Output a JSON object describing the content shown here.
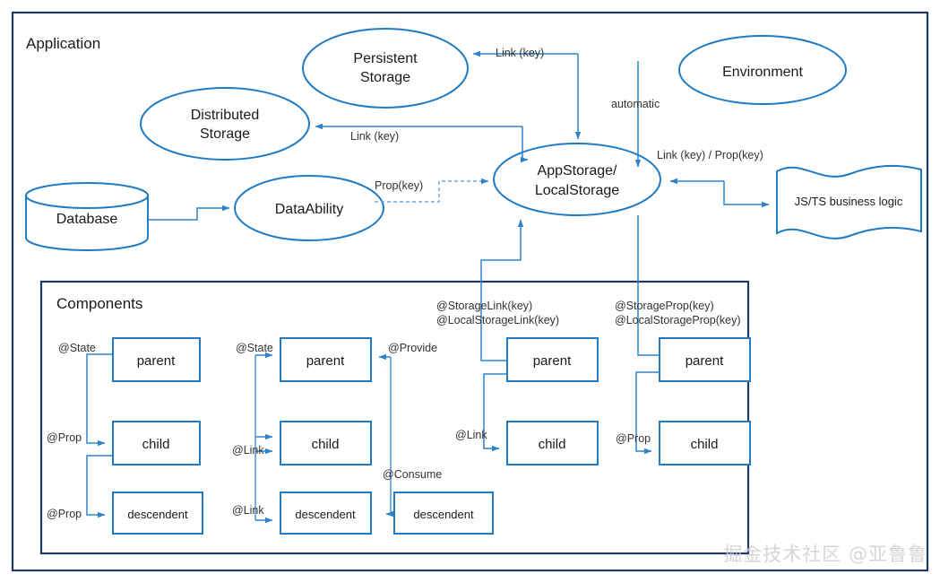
{
  "diagram": {
    "title": "Application",
    "sections": {
      "application_label": "Application",
      "components_label": "Components"
    },
    "nodes": {
      "persistent_storage": "Persistent\nStorage",
      "persistent_storage_line1": "Persistent",
      "persistent_storage_line2": "Storage",
      "distributed_storage_line1": "Distributed",
      "distributed_storage_line2": "Storage",
      "database": "Database",
      "data_ability": "DataAbility",
      "app_storage_line1": "AppStorage/",
      "app_storage_line2": "LocalStorage",
      "environment": "Environment",
      "business_logic": "JS/TS business logic"
    },
    "edge_labels": {
      "link_key_persistent": "Link (key)",
      "link_key_distributed": "Link (key)",
      "prop_key_dataability": "Prop(key)",
      "automatic": "automatic",
      "link_prop_key": "Link (key) / Prop(key)",
      "storage_link": "@StorageLink(key)",
      "local_storage_link": "@LocalStorageLink(key)",
      "storage_prop": "@StorageProp(key)",
      "local_storage_prop": "@LocalStorageProp(key)"
    },
    "component_groups": [
      {
        "id": "group-state-prop",
        "boxes": [
          "parent",
          "child",
          "descendent"
        ],
        "labels": [
          "@State",
          "@Prop",
          "@Prop"
        ]
      },
      {
        "id": "group-state-link-provide-consume",
        "boxes": [
          "parent",
          "child",
          "descendent",
          "descendent"
        ],
        "labels": [
          "@State",
          "@Link",
          "@Link",
          "@Provide",
          "@Consume"
        ]
      },
      {
        "id": "group-storage-link",
        "boxes": [
          "parent",
          "child"
        ],
        "labels": [
          "@Link"
        ]
      },
      {
        "id": "group-storage-prop",
        "boxes": [
          "parent",
          "child"
        ],
        "labels": [
          "@Prop"
        ]
      }
    ],
    "box_labels": {
      "parent": "parent",
      "child": "child",
      "descendent": "descendent"
    },
    "decorator_labels": {
      "state": "@State",
      "prop": "@Prop",
      "link": "@Link",
      "provide": "@Provide",
      "consume": "@Consume"
    },
    "watermark": "掘金技术社区 @亚鲁鲁",
    "colors": {
      "frame": "#1f3864",
      "shape_stroke": "#1f7bc4",
      "connector": "#2e83c8",
      "connector_light": "#6fa8dc",
      "background": "#ffffff",
      "text": "#1a1a1a"
    }
  }
}
